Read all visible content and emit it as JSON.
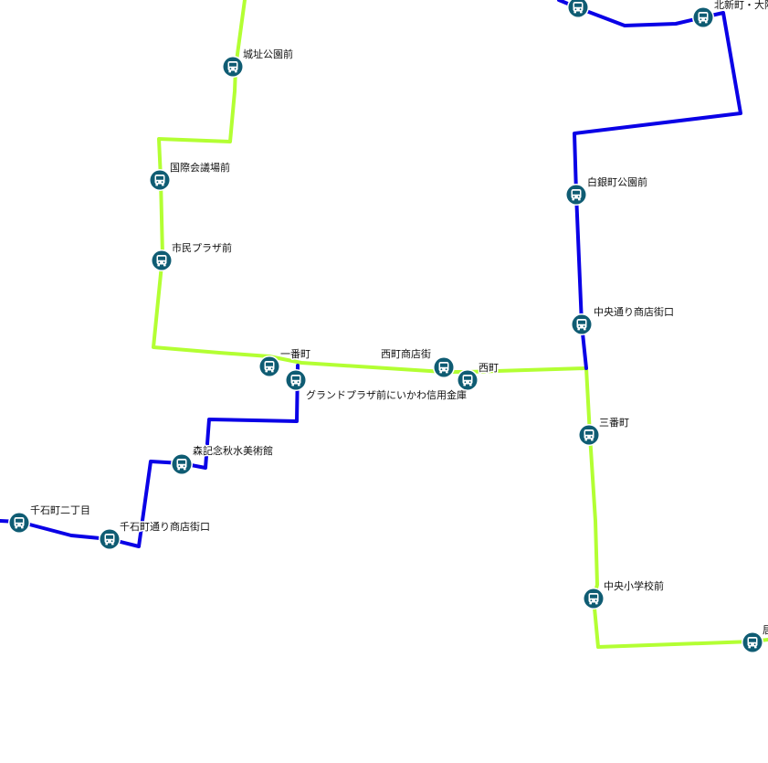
{
  "map": {
    "colors": {
      "route_green": "#b3ff33",
      "route_blue": "#0a00e6",
      "stop_fill": "#0f5c73",
      "stop_icon": "#ffffff"
    },
    "stop_icon_name": "bus-icon",
    "routes": [
      {
        "id": "green-west",
        "color_key": "route_green"
      },
      {
        "id": "green-east",
        "color_key": "route_green"
      },
      {
        "id": "blue-south",
        "color_key": "route_blue"
      },
      {
        "id": "blue-north",
        "color_key": "route_blue"
      }
    ],
    "stops": [
      {
        "id": "joshi-koen-mae",
        "label": "城址公園前"
      },
      {
        "id": "kokusai-kaigijo-mae",
        "label": "国際会議場前"
      },
      {
        "id": "shimin-plaza-mae",
        "label": "市民プラザ前"
      },
      {
        "id": "ichibancho",
        "label": "一番町"
      },
      {
        "id": "grand-plaza-mae",
        "label": "グランドプラザ前にいかわ信用金庫"
      },
      {
        "id": "nishicho-shotengai",
        "label": "西町商店街"
      },
      {
        "id": "nishicho",
        "label": "西町"
      },
      {
        "id": "sanbancho",
        "label": "三番町"
      },
      {
        "id": "chuo-shogakko-mae",
        "label": "中央小学校前"
      },
      {
        "id": "edge-southeast",
        "label": "居"
      },
      {
        "id": "mori-kinen-museum",
        "label": "森記念秋水美術館"
      },
      {
        "id": "sengokucho-2",
        "label": "千石町二丁目"
      },
      {
        "id": "sengokucho-dori",
        "label": "千石町通り商店街口"
      },
      {
        "id": "shiroganecho-koen-mae",
        "label": "白銀町公園前"
      },
      {
        "id": "chuo-dori-shotengai",
        "label": "中央通り商店街口"
      },
      {
        "id": "kitashinmachi",
        "label": "北新町・大阪"
      },
      {
        "id": "edge-northeast",
        "label": ""
      }
    ]
  }
}
